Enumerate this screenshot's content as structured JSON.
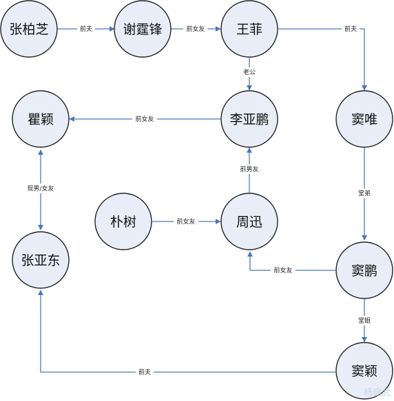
{
  "nodes": {
    "zhangbozhi": "张柏芝",
    "xietingfeng": "谢霆锋",
    "wangfei": "王菲",
    "quying": "瞿颖",
    "liyapeng": "李亚鹏",
    "douwei": "窦唯",
    "pushu": "朴树",
    "zhouxun": "周迅",
    "zhangyadong": "张亚东",
    "doupeng": "窦鹏",
    "douying": "窦颖"
  },
  "edges": {
    "e1": "前夫",
    "e2": "前女友",
    "e3": "前夫",
    "e4": "老公",
    "e5": "前女友",
    "e6": "前男友",
    "e7": "现男/女友",
    "e8": "前女友",
    "e9": "堂弟",
    "e10": "前女友",
    "e11": "堂姐",
    "e12": "前夫"
  },
  "watermark": "杨启武",
  "colors": {
    "node_fill": "#e8edf7",
    "node_stroke": "#222222",
    "edge": "#4a78b8"
  }
}
